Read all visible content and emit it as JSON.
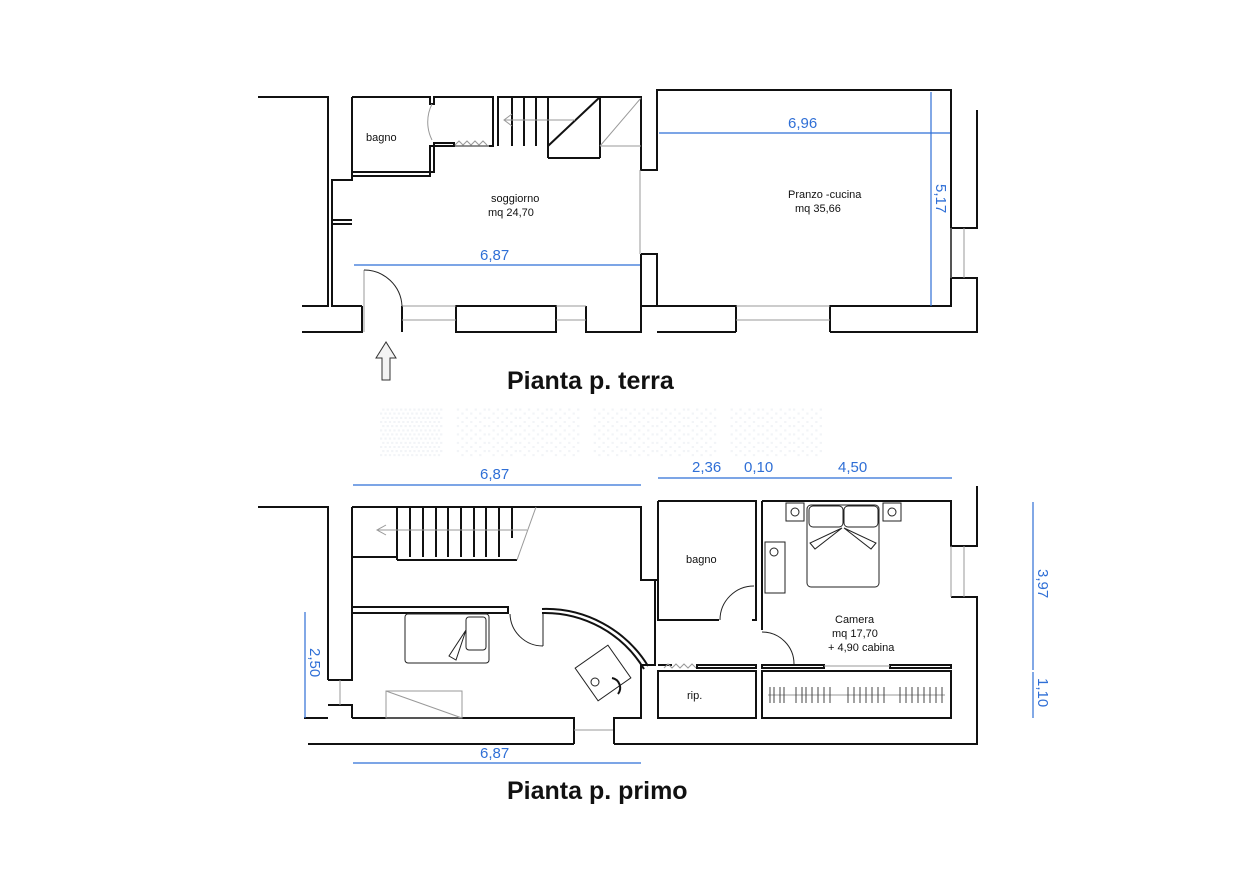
{
  "plans": [
    {
      "title": "Pianta p. terra",
      "rooms": [
        {
          "name": "bagno",
          "area": ""
        },
        {
          "name": "soggiorno",
          "area": "mq 24,70"
        },
        {
          "name": "Pranzo -cucina",
          "area": "mq 35,66"
        }
      ],
      "dimensions": {
        "soggiorno_width": "6,87",
        "cucina_width": "6,96",
        "cucina_depth": "5,17"
      },
      "entrance_icon": "up-arrow-icon"
    },
    {
      "title": "Pianta p. primo",
      "rooms": [
        {
          "name": "bagno",
          "area": ""
        },
        {
          "name": "Camera",
          "area": "mq 17,70",
          "extra": "+ 4,90 cabina"
        },
        {
          "name": "rip.",
          "area": ""
        }
      ],
      "dimensions": {
        "top_left_width": "6,87",
        "bottom_left_width": "6,87",
        "top_segments": [
          "2,36",
          "0,10",
          "4,50"
        ],
        "left_height": "2,50",
        "right_heights": [
          "3,97",
          "1,10"
        ]
      }
    }
  ]
}
